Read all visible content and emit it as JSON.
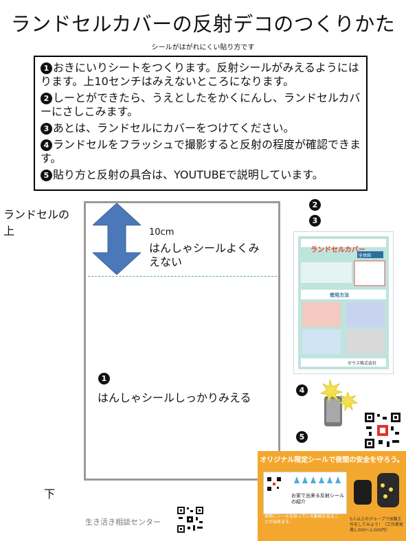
{
  "title": "ランドセルカバーの反射デコのつくりかた",
  "subtitle": "シールがはがれにくい貼り方です",
  "steps": [
    {
      "num": "1",
      "text": "おきにいりシートをつくります。反射シールがみえるようにはります。上10センチはみえないところになります。"
    },
    {
      "num": "2",
      "text": "しーとができたら、うえとしたをかくにんし、ランドセルカバーにさしこみます。"
    },
    {
      "num": "3",
      "text": "あとは、ランドセルにカバーをつけてください。"
    },
    {
      "num": "4",
      "text": "ランドセルをフラッシュで撮影すると反射の程度が確認できます。"
    },
    {
      "num": "5",
      "text": "貼り方と反射の具合は、YOUTUBEで説明しています。"
    }
  ],
  "diagram": {
    "top_label": "ランドセルの上",
    "bottom_label": "下",
    "ten_cm": "10cm",
    "hidden_label": "はんしゃシールよくみえない",
    "visible_badge": "1",
    "visible_label": "はんしゃシールしっかりみえる"
  },
  "badges": {
    "two": "2",
    "three": "3",
    "four": "4",
    "five": "5"
  },
  "leaflet": {
    "title": "ランドセルカバー",
    "tag": "全体図",
    "usage": "使用方法",
    "company": "ゼウス株式会社"
  },
  "flyer": {
    "title": "オリジナル限定シールで夜間の安全を守ろう。",
    "video_title": "お家で出来る反射シールの紹介",
    "note_left": "実際にシールを貼っている動画を見ることが出来ます。",
    "note_right": "5人以上のグループで体験工作をしてみよう！（工作費実費1,000～2,000円）"
  },
  "footer": {
    "org": "生き活き相談センター"
  },
  "colors": {
    "arrow": "#4a78b8",
    "cover_border": "#9a9a9a",
    "dash": "#5aa3a0",
    "flyer": "#f4a72e",
    "leaflet_bg": "#bfe3dd",
    "leaflet_title": "#e8402a"
  },
  "icons": [
    "qr-code-icon",
    "phone-flash-icon",
    "double-arrow-icon"
  ]
}
